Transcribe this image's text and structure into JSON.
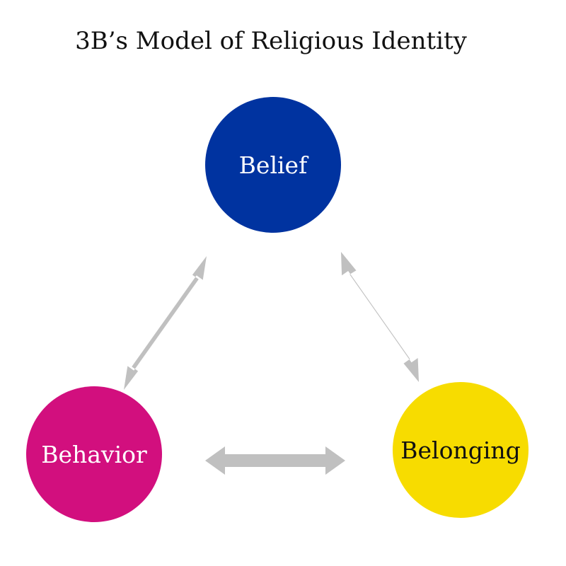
{
  "title": "3B’s Model of Religious Identity",
  "nodes": {
    "belief": {
      "label": "Belief",
      "fill": "#0033A0",
      "text_color": "#ffffff"
    },
    "behavior": {
      "label": "Behavior",
      "fill": "#D20F7E",
      "text_color": "#ffffff"
    },
    "belonging": {
      "label": "Belonging",
      "fill": "#F7DC00",
      "text_color": "#111111"
    }
  },
  "arrow_color": "#C0C0C0"
}
